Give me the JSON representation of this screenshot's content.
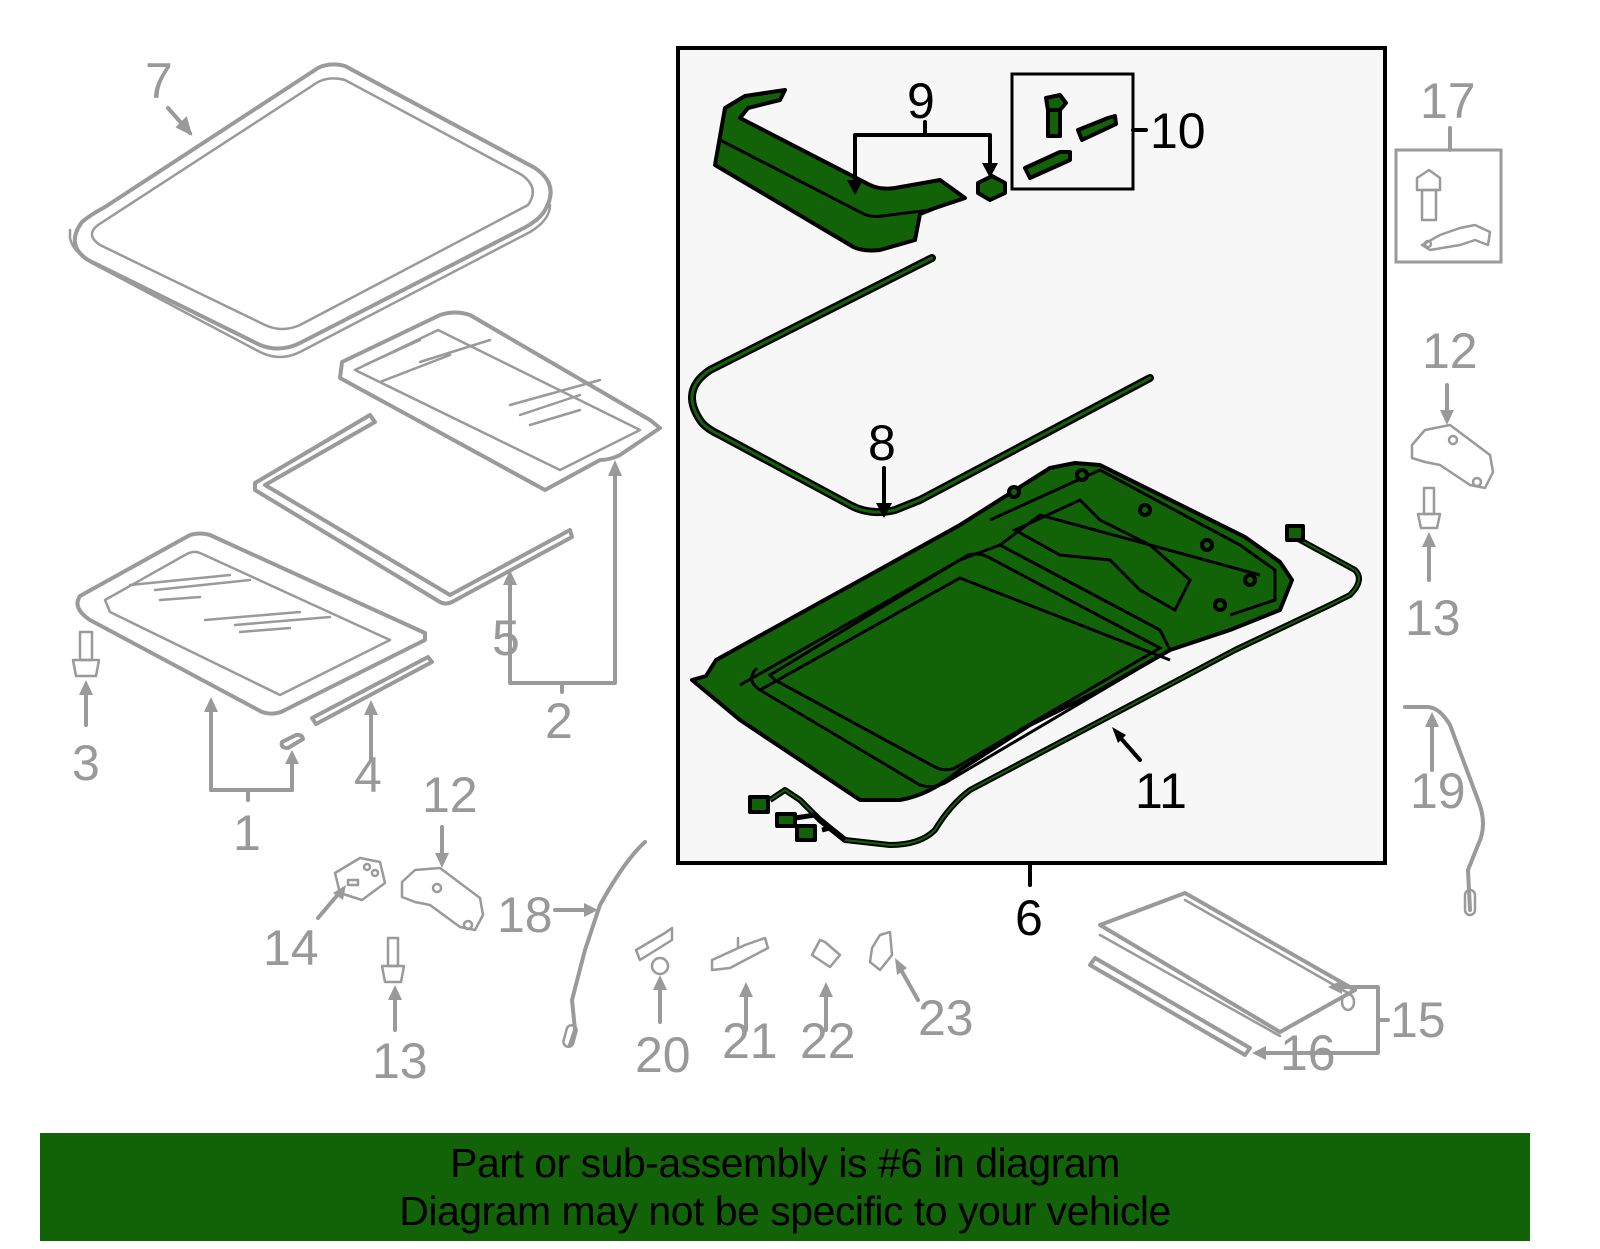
{
  "diagram": {
    "title": "Sunroof assembly parts diagram",
    "colors": {
      "highlight_fill": "#126307",
      "highlight_box_bg": "#f7f7f7",
      "callout_gray": "#999999",
      "callout_black": "#000000",
      "banner_bg": "#126307"
    },
    "highlighted_assembly": {
      "number": "6",
      "callouts": [
        "8",
        "9",
        "10",
        "11"
      ]
    },
    "callouts": {
      "c1": "1",
      "c2": "2",
      "c3": "3",
      "c4": "4",
      "c5": "5",
      "c6": "6",
      "c7": "7",
      "c8": "8",
      "c9": "9",
      "c10": "10",
      "c11": "11",
      "c12a": "12",
      "c12b": "12",
      "c13a": "13",
      "c13b": "13",
      "c14": "14",
      "c15": "15",
      "c16": "16",
      "c17": "17",
      "c18": "18",
      "c19": "19",
      "c20": "20",
      "c21": "21",
      "c22": "22",
      "c23": "23"
    }
  },
  "banner": {
    "line1": "Part or sub-assembly is #6 in diagram",
    "line2": "Diagram may not be specific to your vehicle"
  }
}
